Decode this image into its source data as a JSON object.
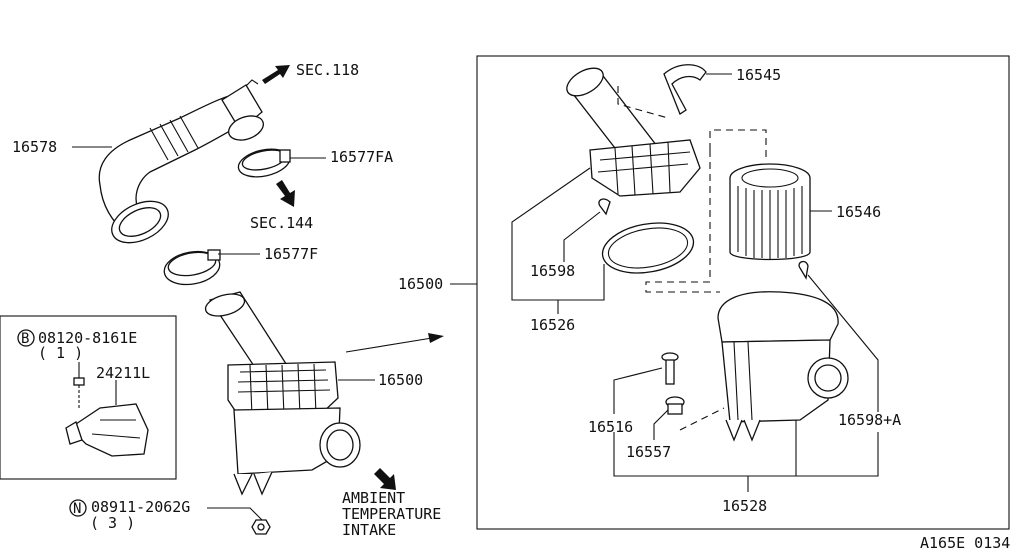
{
  "labels": {
    "sec118": "SEC.118",
    "sec144": "SEC.144",
    "p16578": "16578",
    "p16577FA": "16577FA",
    "p16577F": "16577F",
    "p16500_box": "16500",
    "p16500": "16500",
    "p24211L": "24211L",
    "p16545": "16545",
    "p16546": "16546",
    "p16598": "16598",
    "p16526": "16526",
    "p16516": "16516",
    "p16557": "16557",
    "p16598A": "16598+A",
    "p16528": "16528",
    "ambient1": "AMBIENT",
    "ambient2": "TEMPERATURE",
    "ambient3": "INTAKE",
    "figure_code": "A165E 0134"
  },
  "bolt_callout": {
    "marker": "B",
    "part": "08120-8161E",
    "qty": "( 1 )"
  },
  "nut_callout": {
    "marker": "N",
    "part": "08911-2062G",
    "qty": "( 3 )"
  }
}
